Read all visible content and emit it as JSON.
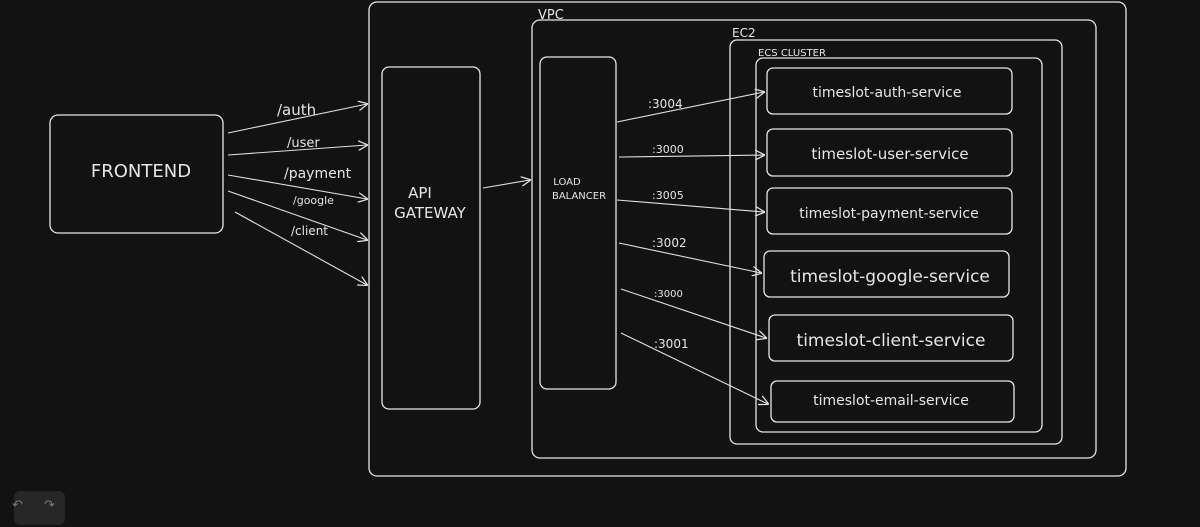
{
  "frontend": {
    "label": "FRONTEND"
  },
  "routes": [
    "/auth",
    "/user",
    "/payment",
    "/google",
    "/client"
  ],
  "api_gateway": {
    "line1": "API",
    "line2": "GATEWAY"
  },
  "vpc": {
    "label": "VPC"
  },
  "ec2": {
    "label": "EC2"
  },
  "ecs_cluster": {
    "label": "ECS CLUSTER"
  },
  "load_balancer": {
    "line1": "LOAD",
    "line2": "BALANCER"
  },
  "ports": [
    ":3004",
    ":3000",
    ":3005",
    ":3002",
    ":3000",
    ":3001"
  ],
  "services": [
    "timeslot-auth-service",
    "timeslot-user-service",
    "timeslot-payment-service",
    "timeslot-google-service",
    "timeslot-client-service",
    "timeslot-email-service"
  ],
  "toolbar": {
    "undo_icon": "undo-icon",
    "redo_icon": "redo-icon"
  }
}
